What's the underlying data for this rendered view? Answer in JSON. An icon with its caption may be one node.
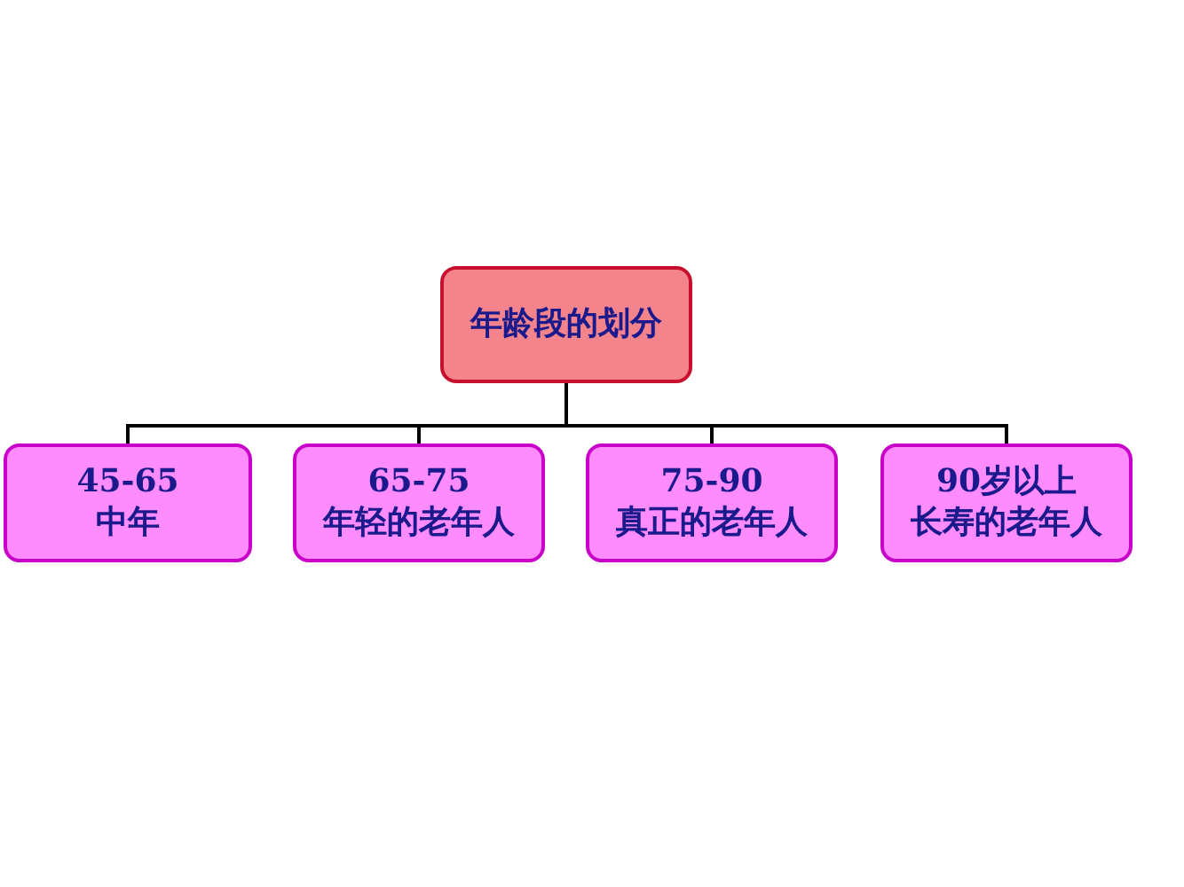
{
  "diagram": {
    "nodes": [
      {
        "text": [
          "年龄段的划分"
        ]
      },
      {
        "text": [
          "45-65",
          "中年"
        ]
      },
      {
        "text": [
          "65-75",
          "年轻的老年人"
        ]
      },
      {
        "text": [
          "75-90",
          "真正的老年人"
        ]
      },
      {
        "text": [
          "90岁以上",
          "长寿的老年人"
        ]
      }
    ],
    "edges": [
      {
        "from": 0,
        "to": 1,
        "arrow": "none"
      },
      {
        "from": 0,
        "to": 2,
        "arrow": "none"
      },
      {
        "from": 0,
        "to": 3,
        "arrow": "none"
      },
      {
        "from": 0,
        "to": 4,
        "arrow": "none"
      }
    ]
  }
}
